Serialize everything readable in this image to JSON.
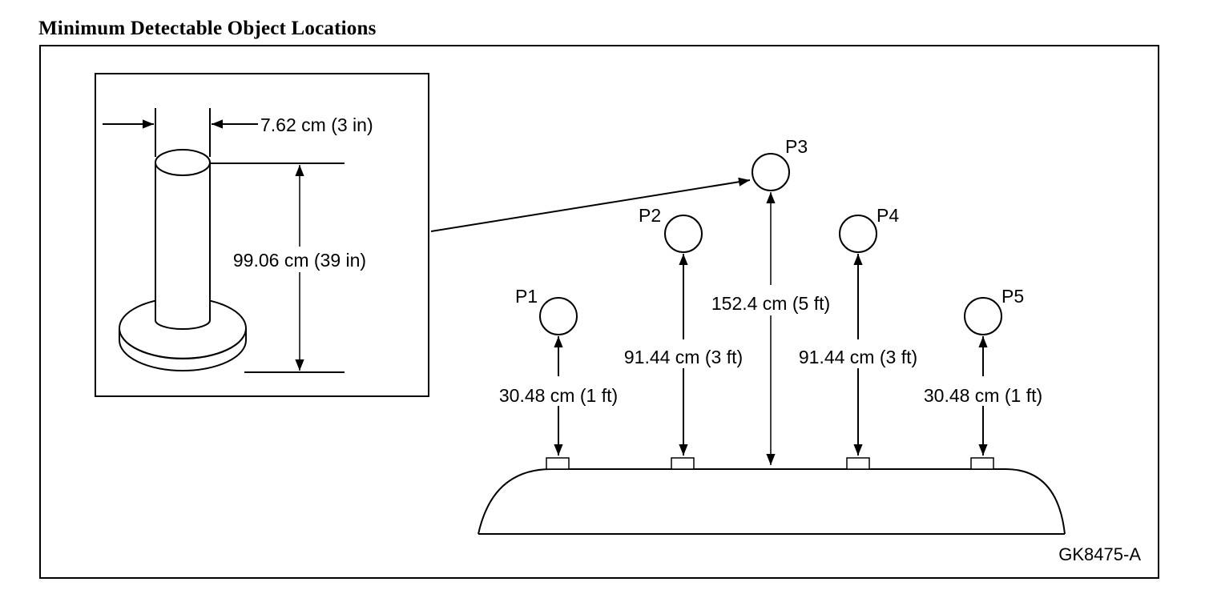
{
  "title": "Minimum Detectable Object Locations",
  "figure_id": "GK8475-A",
  "inset": {
    "diameter_label": "7.62 cm (3 in)",
    "height_label": "99.06 cm (39 in)"
  },
  "positions": [
    {
      "id": "P1",
      "label": "30.48 cm (1 ft)"
    },
    {
      "id": "P2",
      "label": "91.44 cm (3 ft)"
    },
    {
      "id": "P3",
      "label": "152.4 cm (5 ft)"
    },
    {
      "id": "P4",
      "label": "91.44 cm (3 ft)"
    },
    {
      "id": "P5",
      "label": "30.48 cm (1 ft)"
    }
  ],
  "colors": {
    "ink": "#000000",
    "background": "#ffffff"
  }
}
